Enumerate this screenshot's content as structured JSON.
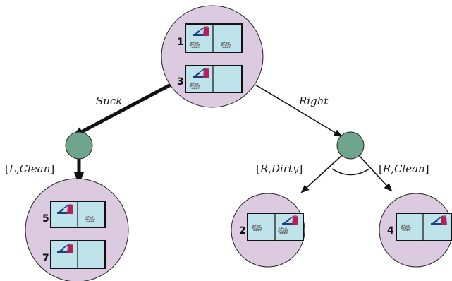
{
  "colors": {
    "state_circle": "#dccbe0",
    "chance_node": "#6fa48d",
    "cell_fill": "#bfe3ea",
    "vacuum_body": "#1f3f78",
    "vacuum_handle": "#b3205a",
    "dirt": "#7a7a7a",
    "edge": "#111111"
  },
  "top_state": {
    "state_1": "1",
    "state_3": "3"
  },
  "actions": {
    "suck": "Suck",
    "right": "Right"
  },
  "outcomes": {
    "left_clean": {
      "open": "[",
      "loc": "L",
      "sep": ",",
      "status": "Clean",
      "close": "]"
    },
    "right_dirty": {
      "open": "[",
      "loc": "R",
      "sep": ",",
      "status": "Dirty",
      "close": "]"
    },
    "right_clean": {
      "open": "[",
      "loc": "R",
      "sep": ",",
      "status": "Clean",
      "close": "]"
    }
  },
  "bottom_left_state": {
    "state_5": "5",
    "state_7": "7"
  },
  "bottom_middle_state": {
    "state_2": "2"
  },
  "bottom_right_state": {
    "state_4": "4"
  }
}
